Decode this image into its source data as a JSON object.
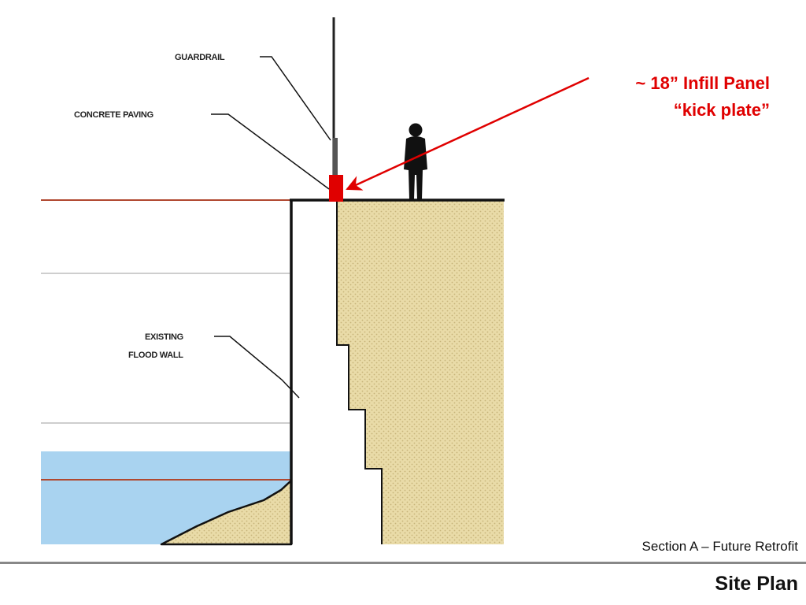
{
  "diagram": {
    "labels": {
      "guardrail": "GUARDRAIL",
      "concrete_paving": "CONCRETE PAVING",
      "existing_line1": "EXISTING",
      "existing_line2": "FLOOD WALL"
    },
    "callout": {
      "line1": "~ 18” Infill Panel",
      "line2": "“kick plate”"
    }
  },
  "caption": "Section A – Future Retrofit",
  "page_title": "Site Plan",
  "colors": {
    "callout_red": "#e00000",
    "soil_fill": "#e9dba8",
    "soil_dot": "#c7b47a",
    "water": "#a9d3f0",
    "level_line": "#b04830",
    "rule": "#888888"
  },
  "icons": {
    "person": "person-silhouette-icon",
    "arrow": "arrow-icon"
  }
}
